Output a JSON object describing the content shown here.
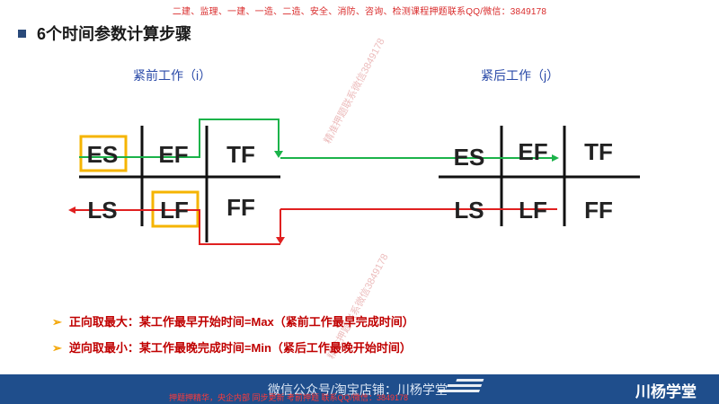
{
  "banner": "二建、监理、一建、一造、二造、安全、消防、咨询、检测课程押题联系QQ/微信：3849178",
  "title": "6个时间参数计算步骤",
  "left_label": "紧前工作（i）",
  "right_label": "紧后工作（j）",
  "left_cells": [
    "ES",
    "EF",
    "TF",
    "LS",
    "LF",
    "FF"
  ],
  "right_cells": [
    "ES",
    "EF",
    "TF",
    "LS",
    "LF",
    "FF"
  ],
  "bullets": [
    {
      "marker": "➢",
      "text": "正向取最大：某工作最早开始时间=Max（紧前工作最早完成时间）"
    },
    {
      "marker": "➢",
      "text": "逆向取最小：某工作最晚完成时间=Min（紧后工作最晚开始时间）"
    }
  ],
  "footer": {
    "center": "微信公众号/淘宝店铺：川杨学堂",
    "red_line": "押题押精华，央企内部  同步更新  考前押题  联系QQ/微信：3849178",
    "brand": "川杨学堂"
  },
  "watermarks": [
    "精准押题联系微信3849178",
    "精准押题联系微信3849178"
  ],
  "colors": {
    "green": "#1bb34a",
    "red": "#e02020",
    "highlight": "#f5b400",
    "footer": "#1f4e8c"
  }
}
